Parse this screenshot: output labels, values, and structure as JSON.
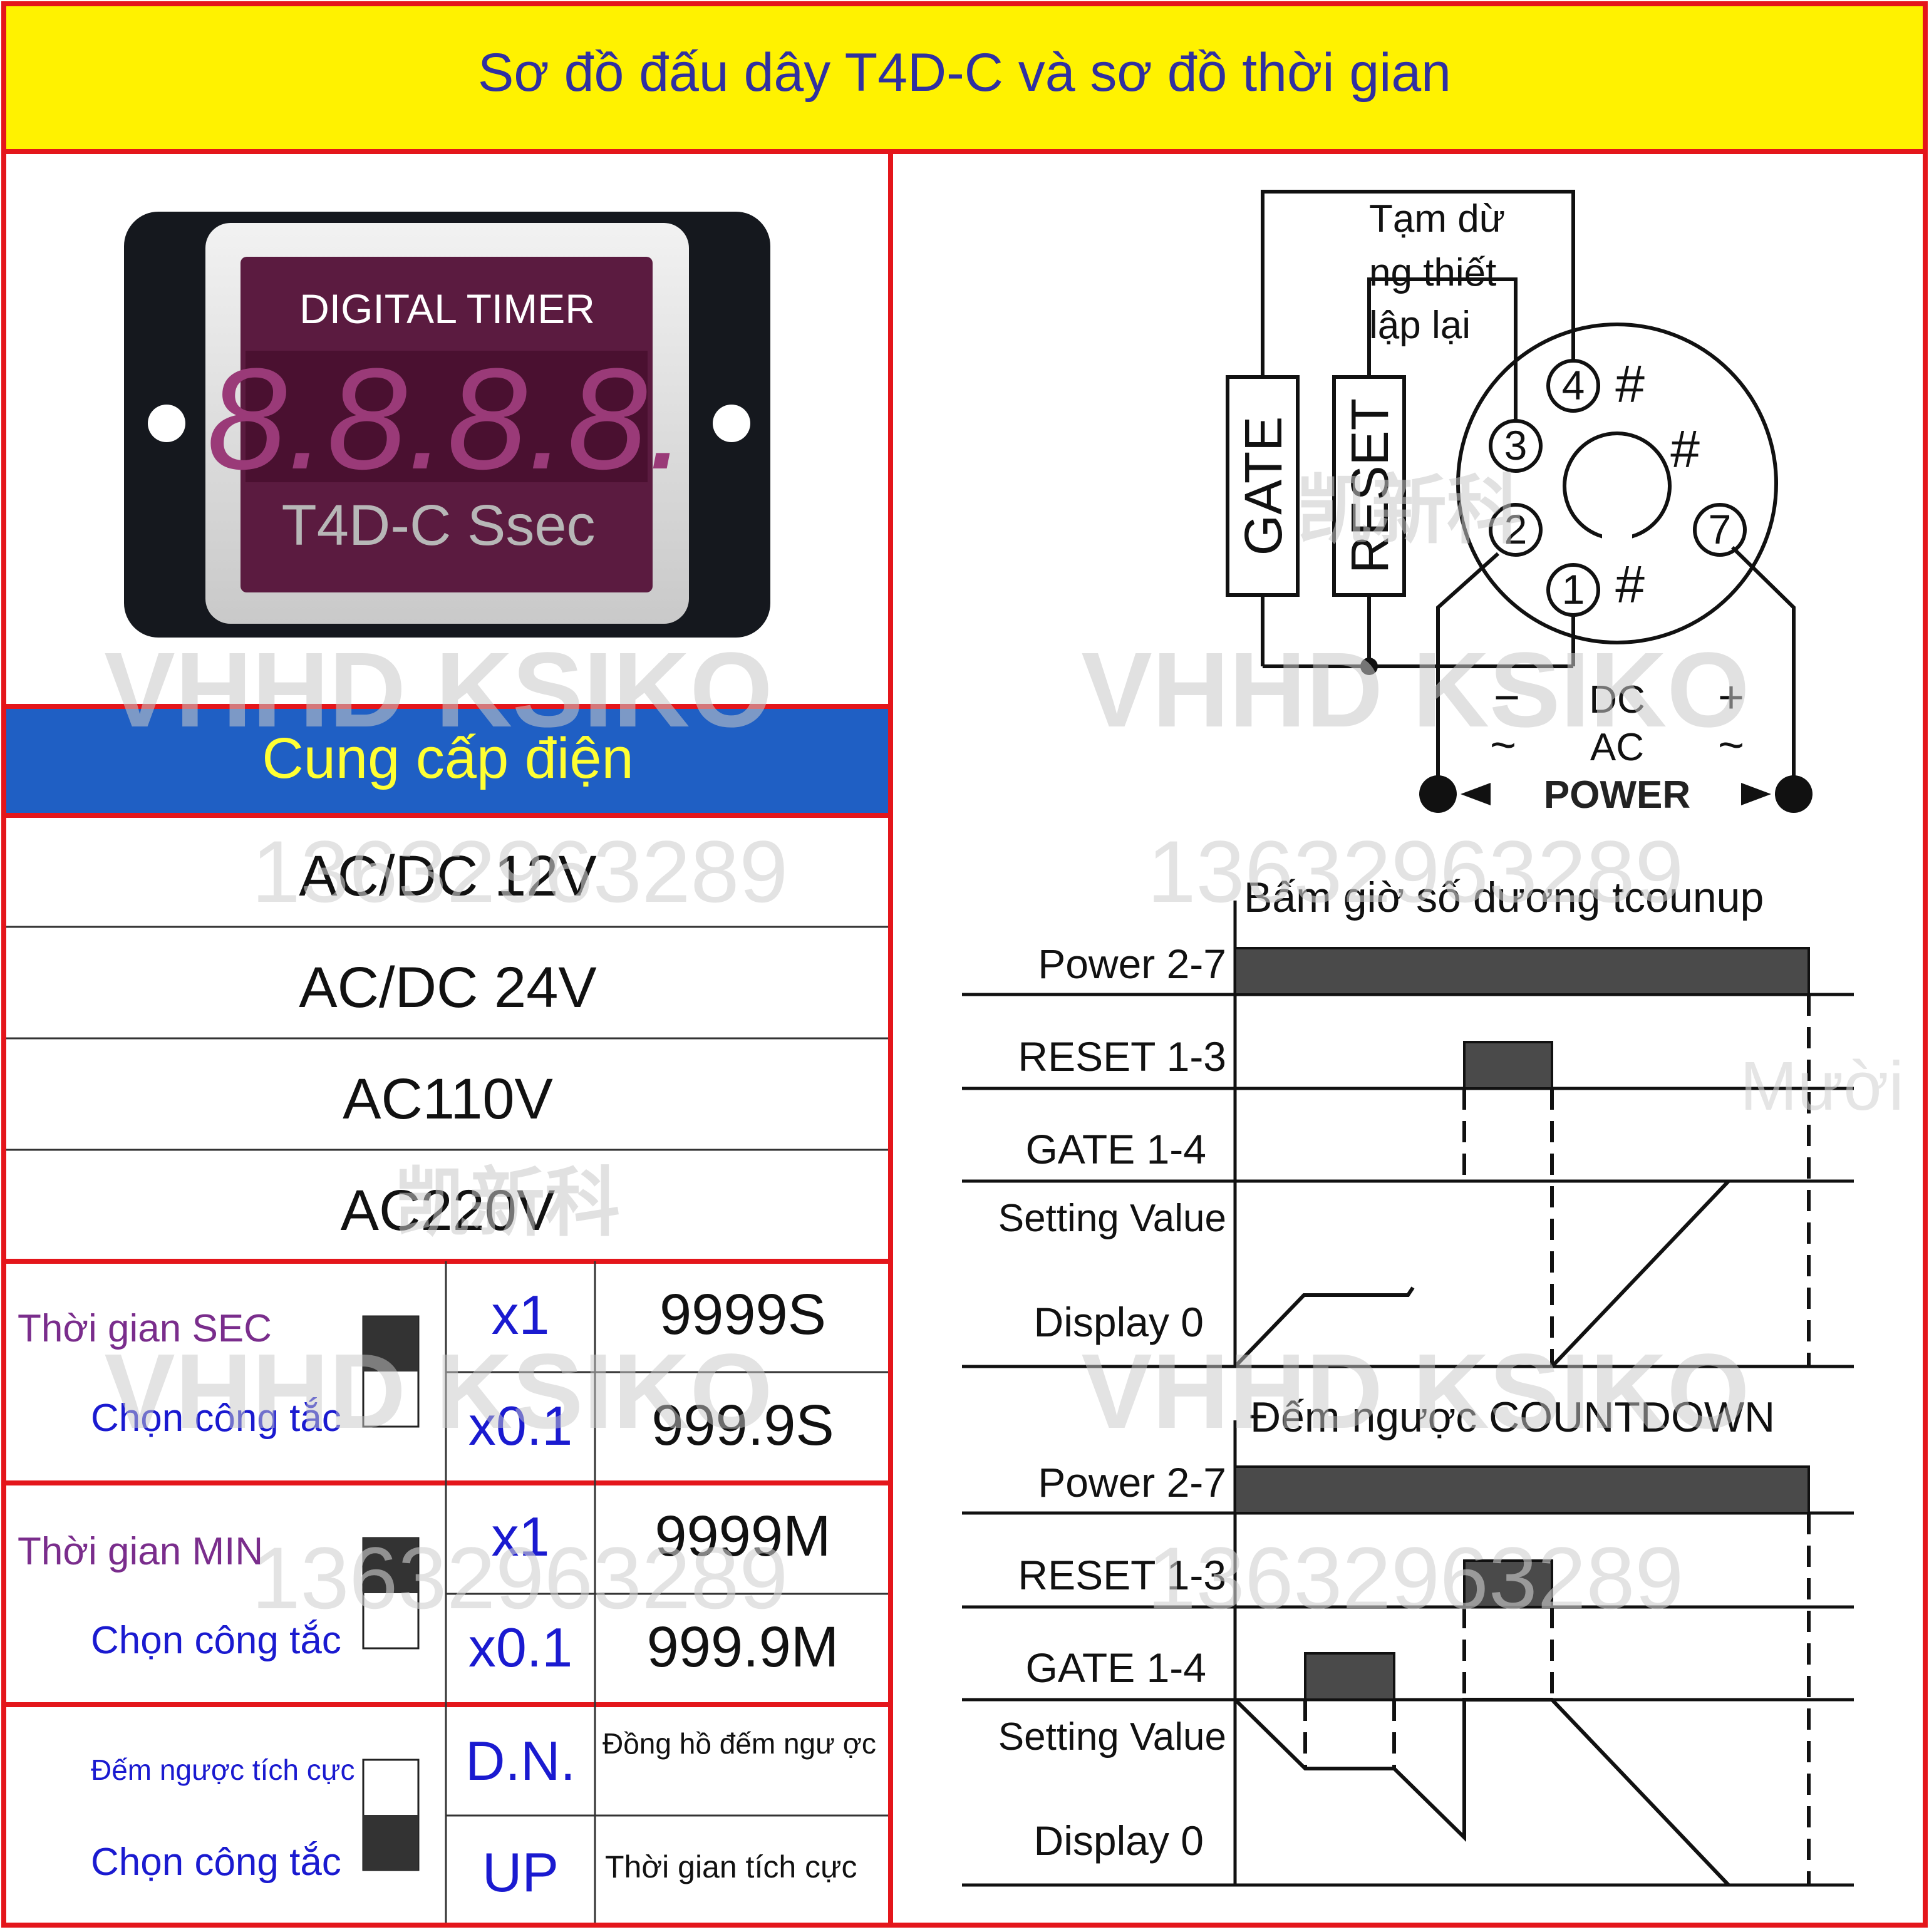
{
  "header": {
    "title": "Sơ đồ đấu dây T4D-C và sơ đồ thời gian"
  },
  "colors": {
    "frame": "#e4161b",
    "header_bg": "#fff200",
    "header_text": "#3030a0",
    "supply_bg": "#1f5fc4",
    "supply_text": "#ffff33",
    "purple": "#7a2d8c",
    "blue": "#1a1ad0",
    "panel": "#4a4a4a"
  },
  "device": {
    "label": "DIGITAL  TIMER",
    "digits": "8.8.8.8.",
    "model": "T4D-C Ssec"
  },
  "power_supply": {
    "title": "Cung cấp điện",
    "voltages": [
      "AC/DC 12V",
      "AC/DC 24V",
      "AC110V",
      "AC220V"
    ]
  },
  "settings": {
    "sec": {
      "label": "Thời gian SEC",
      "switch_label": "Chọn công tắc",
      "switch_position": "up",
      "rows": [
        {
          "mult": "x1",
          "value": "9999S"
        },
        {
          "mult": "x0.1",
          "value": "999.9S"
        }
      ]
    },
    "min": {
      "label": "Thời gian MIN",
      "switch_label": "Chọn công tắc",
      "switch_position": "up",
      "rows": [
        {
          "mult": "x1",
          "value": "9999M"
        },
        {
          "mult": "x0.1",
          "value": "999.9M"
        }
      ]
    },
    "mode": {
      "label": "Đếm ngược tích cực",
      "switch_label": "Chọn công tắc",
      "switch_position": "down",
      "rows": [
        {
          "mult": "D.N.",
          "value": "Đồng hồ đếm ngư ợc"
        },
        {
          "mult": "UP",
          "value": "Thời gian tích cực"
        }
      ]
    }
  },
  "wiring": {
    "note_lines": [
      "Tạm dừ",
      "ng thiết",
      "lập lại"
    ],
    "gate_label": "GATE",
    "reset_label": "RESET",
    "pins": [
      "4",
      "3",
      "2",
      "1",
      "7"
    ],
    "hash": "#",
    "dc_label": "DC",
    "ac_label": "AC",
    "minus": "−",
    "plus": "+",
    "tilde": "~",
    "power_label": "POWER"
  },
  "timing": {
    "countup_title": "Bấm giờ số dương tcounup",
    "countdown_title": "Đếm ngược COUNTDOWN",
    "rows": [
      "Power 2-7",
      "RESET 1-3",
      "GATE 1-4",
      "Setting Value",
      "Display 0"
    ]
  },
  "watermarks": {
    "brand": "VHHD  KSIKO",
    "phone": "13632963289",
    "cn": "凯新科",
    "side": "Mười"
  }
}
